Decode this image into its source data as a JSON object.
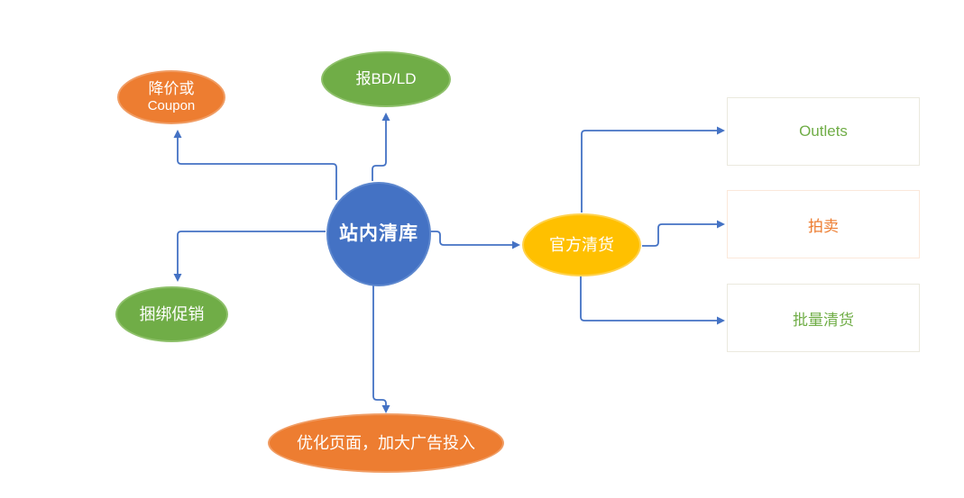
{
  "diagram": {
    "center": {
      "label": "站内清库"
    },
    "branches": {
      "discount": {
        "line1": "降价或",
        "line2": "Coupon"
      },
      "bd": {
        "label": "报BD/LD"
      },
      "bundle": {
        "label": "捆绑促销"
      },
      "ads": {
        "label": "优化页面，加大广告投入"
      },
      "official": {
        "label": "官方清货"
      }
    },
    "outputs": {
      "outlets": {
        "label": "Outlets"
      },
      "auction": {
        "label": "拍卖"
      },
      "bulk": {
        "label": "批量清货"
      }
    }
  },
  "colors": {
    "center_blue": "#4472C4",
    "orange": "#ED7D31",
    "green": "#70AD47",
    "yellow": "#FFC000",
    "connector_blue": "#4472C4",
    "node_text": "#FFFFFF",
    "outlets_text": "#70AD47",
    "auction_text": "#ED7D31",
    "bulk_text": "#70AD47"
  }
}
